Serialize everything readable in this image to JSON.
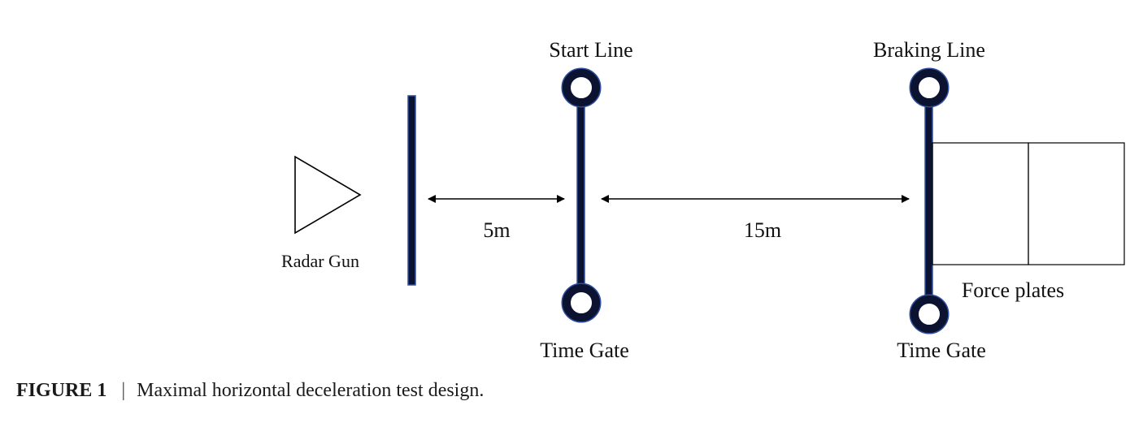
{
  "labels": {
    "radar_gun": "Radar Gun",
    "start_line": "Start Line",
    "braking_line": "Braking Line",
    "time_gate_left": "Time Gate",
    "time_gate_right": "Time Gate",
    "force_plates": "Force plates",
    "distance_1": "5m",
    "distance_2": "15m"
  },
  "caption": {
    "figure_number": "FIGURE 1",
    "separator": "|",
    "text": "Maximal horizontal deceleration test design."
  },
  "colors": {
    "line_fill": "#0b1330",
    "line_outline": "#2f4f9f",
    "text": "#111111"
  }
}
